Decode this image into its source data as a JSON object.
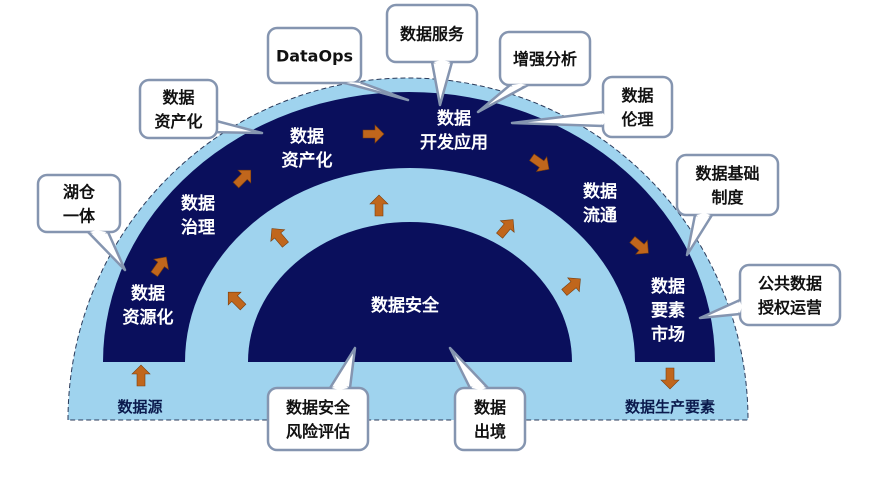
{
  "colors": {
    "outer_band": "#9fd3ee",
    "dark_band": "#0a0f5c",
    "arrow": "#c0661c",
    "callout_border": "#8595b0"
  },
  "stages": {
    "resource": [
      "数据",
      "资源化"
    ],
    "governance": [
      "数据",
      "治理"
    ],
    "asset": [
      "数据",
      "资产化"
    ],
    "development": [
      "数据",
      "开发应用"
    ],
    "circulation": [
      "数据",
      "流通"
    ],
    "market": [
      "数据",
      "要素",
      "市场"
    ],
    "security": [
      "数据安全"
    ]
  },
  "callouts": {
    "lakehouse": [
      "湖仓",
      "一体"
    ],
    "asset": [
      "数据",
      "资产化"
    ],
    "dataops": [
      "DataOps"
    ],
    "service": [
      "数据服务"
    ],
    "augmented": [
      "增强分析"
    ],
    "ethics": [
      "数据",
      "伦理"
    ],
    "institution": [
      "数据基础",
      "制度"
    ],
    "public": [
      "公共数据",
      "授权运营"
    ],
    "risk": [
      "数据安全",
      "风险评估"
    ],
    "crossborder": [
      "数据",
      "出境"
    ]
  },
  "labels": {
    "source": "数据源",
    "production": "数据生产要素"
  }
}
